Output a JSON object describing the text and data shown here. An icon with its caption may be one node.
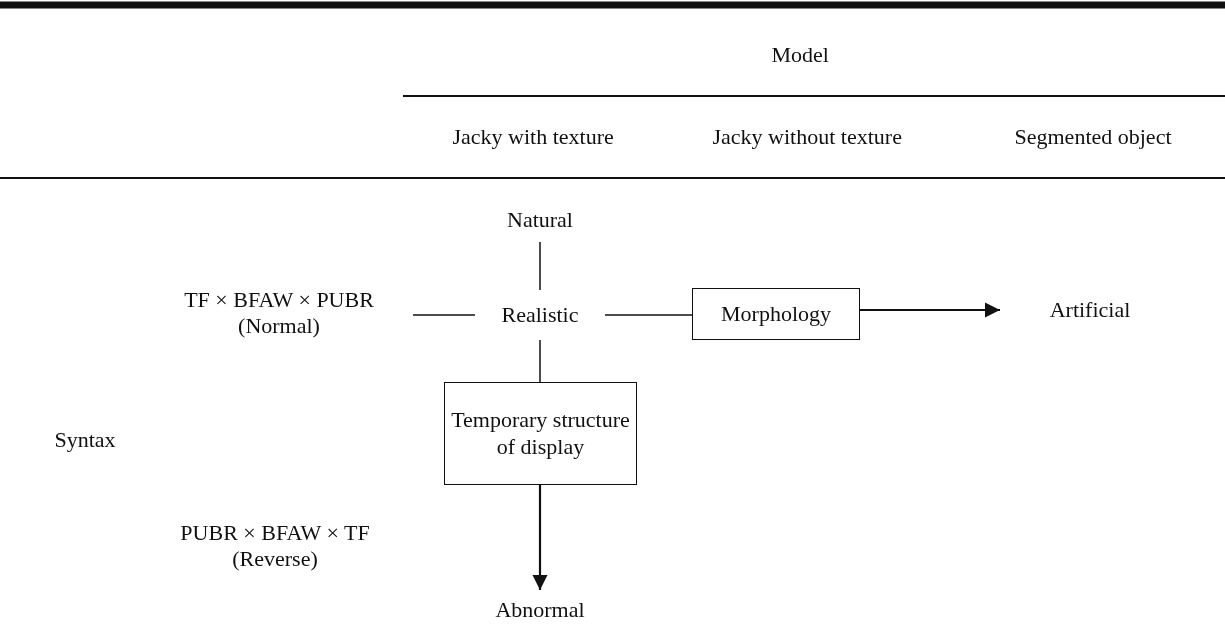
{
  "diagram": {
    "nodes": [
      {
        "text": [
          "Natural"
        ]
      },
      {
        "text": [
          "TF × BFAW × PUBR (Normal)"
        ]
      },
      {
        "text": [
          "Realistic"
        ]
      },
      {
        "text": [
          "Morphology"
        ]
      },
      {
        "text": [
          "Artificial"
        ]
      },
      {
        "text": [
          "Temporary structure of display"
        ]
      },
      {
        "text": [
          "Abnormal"
        ]
      }
    ],
    "edges": [
      {
        "from": 0,
        "to": 2,
        "arrow": "none"
      },
      {
        "from": 1,
        "to": 2,
        "arrow": "none"
      },
      {
        "from": 2,
        "to": 3,
        "arrow": "none"
      },
      {
        "from": 3,
        "to": 4,
        "arrow": "to"
      },
      {
        "from": 2,
        "to": 5,
        "arrow": "none"
      },
      {
        "from": 5,
        "to": 6,
        "arrow": "to"
      }
    ],
    "labels": [
      "Model",
      "Jacky with texture",
      "Jacky without texture",
      "Segmented object",
      "Syntax",
      "PUBR × BFAW × TF (Reverse)"
    ]
  }
}
